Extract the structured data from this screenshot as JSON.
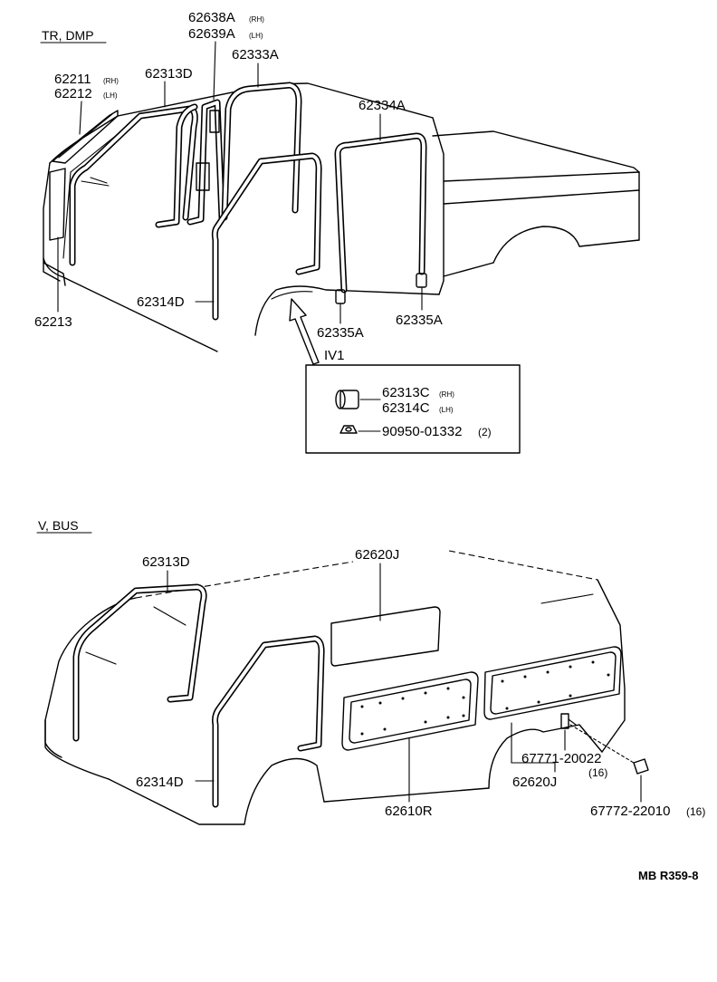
{
  "sections": {
    "top": "TR, DMP",
    "bottom": "V, BUS"
  },
  "parts_top": {
    "p62211": "62211",
    "p62212": "62212",
    "p62313D": "62313D",
    "p62638A": "62638A",
    "p62639A": "62639A",
    "p62333A": "62333A",
    "p62334A": "62334A",
    "p62314D": "62314D",
    "p62213": "62213",
    "p62335A_left": "62335A",
    "p62335A_right": "62335A",
    "sub_rh": "(RH)",
    "sub_lh": "(LH)"
  },
  "inset": {
    "view_label": "IV1",
    "p62313C": "62313C",
    "p62314C": "62314C",
    "p90950": "90950-01332",
    "qty_90950": "(2)"
  },
  "parts_bottom": {
    "p62313D": "62313D",
    "p62620J_top": "62620J",
    "p62314D": "62314D",
    "p62610R": "62610R",
    "p62620J_bottom": "62620J",
    "p67771": "67771-20022",
    "qty_67771": "(16)",
    "p67772": "67772-22010",
    "qty_67772": "(16)"
  },
  "footer": {
    "ref": "MB R359-8"
  }
}
